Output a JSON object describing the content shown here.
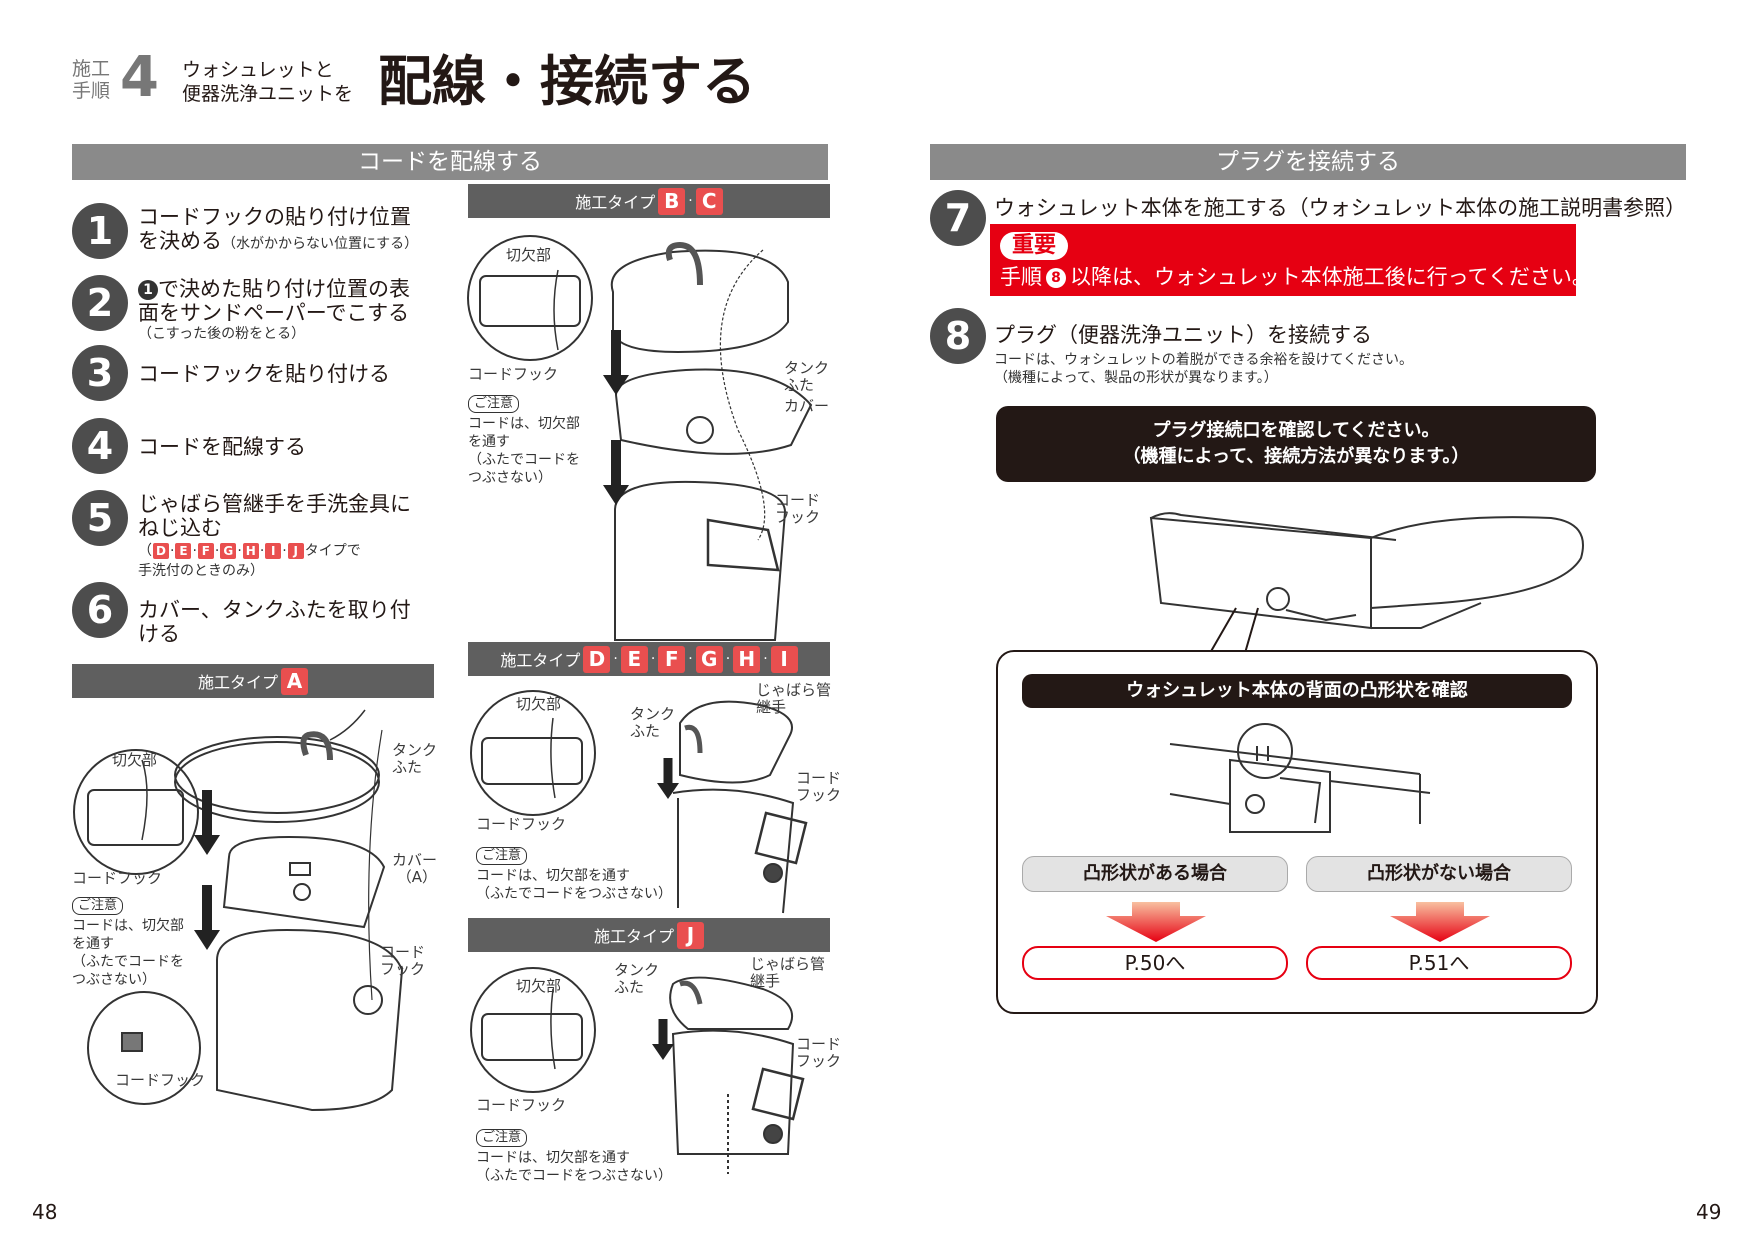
{
  "header": {
    "seko_line1": "施工",
    "seko_line2": "手順",
    "step_number": "4",
    "sub_line1": "ウォシュレットと",
    "sub_line2": "便器洗浄ユニットを",
    "title": "配線・接続する"
  },
  "left": {
    "section_title": "コードを配線する",
    "steps": [
      {
        "num": "1",
        "text": "コードフックの貼り付け位置",
        "text2": "を決める",
        "note": "（水がかからない位置にする）"
      },
      {
        "num": "2",
        "bullet": "1",
        "text": "で決めた貼り付け位置の表",
        "text2": "面をサンドペーパーでこする",
        "note": "（こすった後の粉をとる）"
      },
      {
        "num": "3",
        "text": "コードフックを貼り付ける"
      },
      {
        "num": "4",
        "text": "コードを配線する"
      },
      {
        "num": "5",
        "text": "じゃばら管継手を手洗金具に",
        "text2": "ねじ込む",
        "note_pre": "（",
        "types": [
          "D",
          "E",
          "F",
          "G",
          "H",
          "I",
          "J"
        ],
        "note_post": "タイプで",
        "note2": "手洗付のときのみ）"
      },
      {
        "num": "6",
        "text": "カバー、タンクふたを取り付",
        "text2": "ける"
      }
    ],
    "type_a": {
      "label": "施工タイプ",
      "letter": "A",
      "kiri": "切欠部",
      "hook": "コードフック",
      "tank_lid": "タンク\nふた",
      "cover": "カバー\n（A）",
      "code_hook2": "コード\nフック",
      "hook3": "コードフック",
      "caution": "ご注意",
      "caution_text": "コードは、切欠部\nを通す\n（ふたでコードを\nつぶさない）"
    }
  },
  "middle": {
    "type_bc": {
      "label": "施工タイプ",
      "letters": [
        "B",
        "C"
      ],
      "kiri": "切欠部",
      "hook": "コードフック",
      "caution": "ご注意",
      "caution_text": "コードは、切欠部\nを通す\n（ふたでコードを\nつぶさない）",
      "tank_lid": "タンク\nふた",
      "cover": "カバー",
      "code_hook": "コード\nフック"
    },
    "type_dh": {
      "label": "施工タイプ",
      "letters": [
        "D",
        "E",
        "F",
        "G",
        "H",
        "I"
      ],
      "kiri": "切欠部",
      "hook": "コードフック",
      "caution": "ご注意",
      "caution_text": "コードは、切欠部を通す\n（ふたでコードをつぶさない）",
      "jabara": "じゃばら管\n継手",
      "tank_lid": "タンク\nふた",
      "code_hook": "コード\nフック"
    },
    "type_j": {
      "label": "施工タイプ",
      "letter": "J",
      "kiri": "切欠部",
      "hook": "コードフック",
      "caution": "ご注意",
      "caution_text": "コードは、切欠部を通す\n（ふたでコードをつぶさない）",
      "jabara": "じゃばら管\n継手",
      "tank_lid": "タンク\nふた",
      "code_hook": "コード\nフック"
    }
  },
  "right": {
    "section_title": "プラグを接続する",
    "step7": {
      "num": "7",
      "text": "ウォシュレット本体を施工する（ウォシュレット本体の施工説明書参照）"
    },
    "important": {
      "badge": "重要",
      "pre": "手順",
      "ref": "8",
      "post": "以降は、ウォシュレット本体施工後に行ってください。"
    },
    "step8": {
      "num": "8",
      "text": "プラグ（便器洗浄ユニット）を接続する",
      "note1": "コードは、ウォシュレットの着脱ができる余裕を設けてください。",
      "note2": "（機種によって、製品の形状が異なります。）"
    },
    "dark_box": {
      "line1": "プラグ接続口を確認してください。",
      "line2": "（機種によって、接続方法が異なります。）"
    },
    "check_label": "ウォシュレット本体の背面の凸形状を確認",
    "case_yes": "凸形状がある場合",
    "case_no": "凸形状がない場合",
    "ref_yes": "P.50へ",
    "ref_no": "P.51へ"
  },
  "page_left": "48",
  "page_right": "49",
  "colors": {
    "accent_red": "#e94f4f",
    "important_red": "#e60012",
    "gray_bar": "#8a8a8a",
    "dark_bar": "#5f5f5f"
  }
}
